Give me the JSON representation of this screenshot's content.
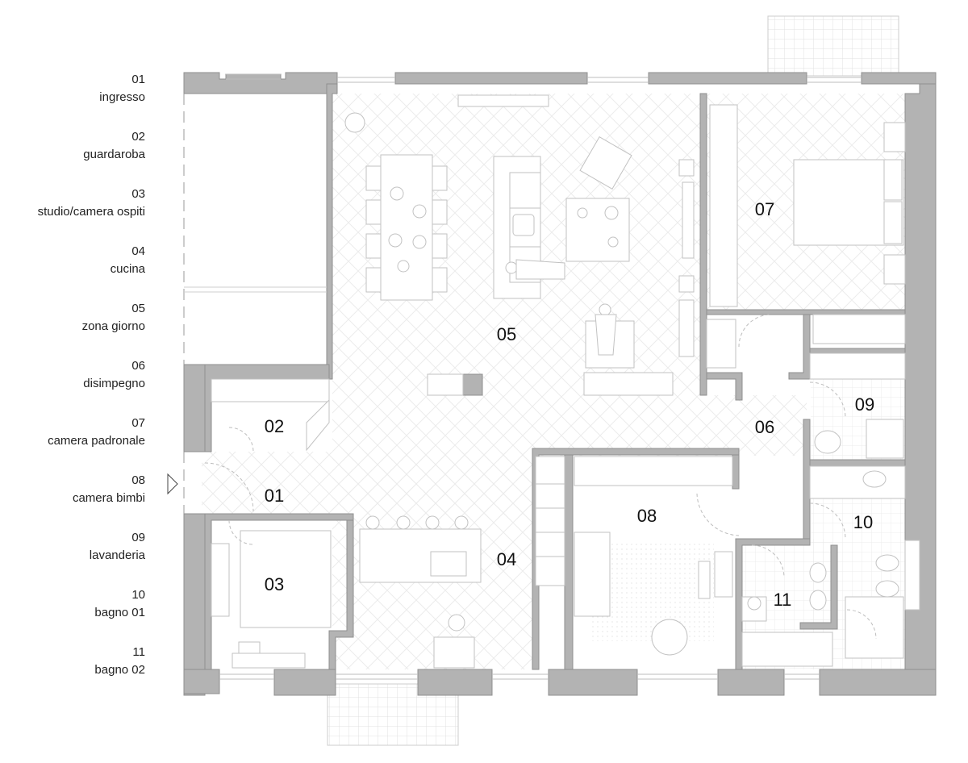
{
  "legend": [
    {
      "num": "01",
      "name": "ingresso"
    },
    {
      "num": "02",
      "name": "guardaroba"
    },
    {
      "num": "03",
      "name": "studio/camera ospiti"
    },
    {
      "num": "04",
      "name": "cucina"
    },
    {
      "num": "05",
      "name": "zona giorno"
    },
    {
      "num": "06",
      "name": "disimpegno"
    },
    {
      "num": "07",
      "name": "camera padronale"
    },
    {
      "num": "08",
      "name": "camera bimbi"
    },
    {
      "num": "09",
      "name": "lavanderia"
    },
    {
      "num": "10",
      "name": "bagno 01"
    },
    {
      "num": "11",
      "name": "bagno 02"
    }
  ],
  "room_labels": [
    "01",
    "02",
    "03",
    "04",
    "05",
    "06",
    "07",
    "08",
    "09",
    "10",
    "11"
  ],
  "colors": {
    "wall": "#b3b3b3",
    "wall_stroke": "#8f8f8f",
    "line": "#bdbdbd",
    "floor_line": "#e6e6e6",
    "text": "#111111"
  }
}
